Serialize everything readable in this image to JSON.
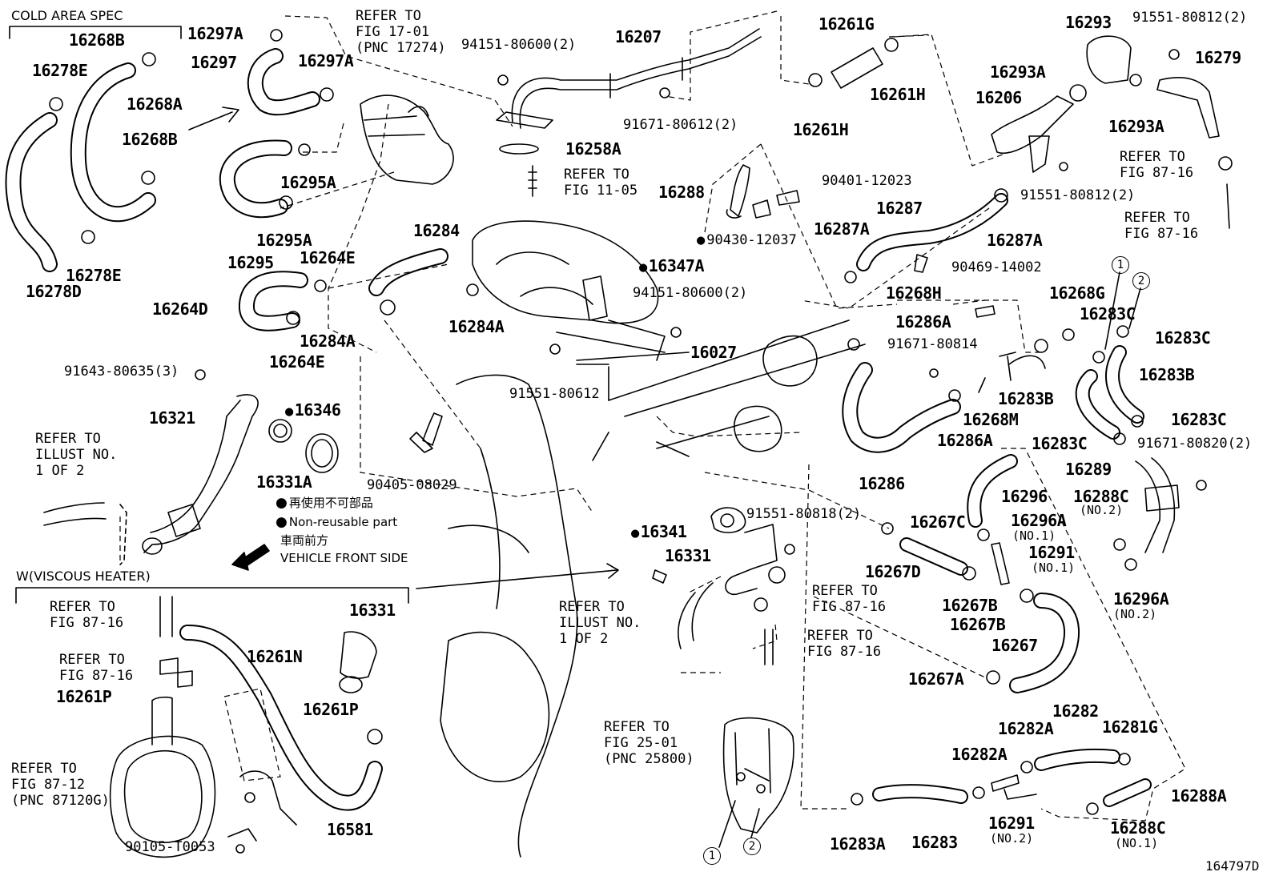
{
  "headers": {
    "cold_area": "COLD AREA SPEC",
    "viscous": "W(VISCOUS HEATER)"
  },
  "legend": {
    "jp_nonreusable": "再使用不可部品",
    "nonreusable": "Non-reusable part",
    "jp_front": "車両前方",
    "front": "VEHICLE FRONT SIDE"
  },
  "figure_id": "164797D",
  "circles": {
    "c1": "1",
    "c2": "2"
  },
  "refs": {
    "r1": "REFER TO\nFIG 17-01\n(PNC 17274)",
    "r2": "REFER TO\nFIG 11-05",
    "r3": "REFER TO\nFIG 87-16",
    "r4": "REFER TO\nFIG 87-16",
    "r5": "REFER TO\nILLUST NO.\n1 OF 2",
    "r6": "REFER TO\nFIG 87-16",
    "r7": "REFER TO\nFIG 87-16",
    "r8": "REFER TO\nFIG 87-12\n(PNC 87120G)",
    "r9": "REFER TO\nILLUST NO.\n1 OF 2",
    "r10": "REFER TO\nFIG 87-16",
    "r11": "REFER TO\nFIG 87-16",
    "r12": "REFER TO\nFIG 25-01\n(PNC 25800)"
  },
  "parts": {
    "p16268B_top": "16268B",
    "p16297A_a": "16297A",
    "p16297": "16297",
    "p16297A_b": "16297A",
    "p94151_a": "94151-80600(2)",
    "p16207": "16207",
    "p16261G": "16261G",
    "p16293": "16293",
    "p91551_80812_a": "91551-80812(2)",
    "p16279": "16279",
    "p16278E_a": "16278E",
    "p16268A": "16268A",
    "p16268B_b": "16268B",
    "p16295A_a": "16295A",
    "p16295A_b": "16295A",
    "p16295": "16295",
    "p16278E_b": "16278E",
    "p16278D": "16278D",
    "p91671_80612": "91671-80612(2)",
    "p16258A": "16258A",
    "p16261H_a": "16261H",
    "p16261H_b": "16261H",
    "p16293A_a": "16293A",
    "p16206": "16206",
    "p16293A_b": "16293A",
    "p91551_80812_b": "91551-80812(2)",
    "p16288": "16288",
    "p90401": "90401-12023",
    "p90430": "90430-12037",
    "p16287A_a": "16287A",
    "p16287": "16287",
    "p16287A_b": "16287A",
    "p90469": "90469-14002",
    "p16284": "16284",
    "p16264E_a": "16264E",
    "p16264D": "16264D",
    "p16264E_b": "16264E",
    "p16284A_a": "16284A",
    "p16284A_b": "16284A",
    "p16347A": "16347A",
    "p94151_b": "94151-80600(2)",
    "p16027": "16027",
    "p91551_80612": "91551-80612",
    "p16268H": "16268H",
    "p16268G": "16268G",
    "p16283C_a": "16283C",
    "p16283C_b": "16283C",
    "p16286A_a": "16286A",
    "p91671_80814": "91671-80814",
    "p16283B_a": "16283B",
    "p16283B_b": "16283B",
    "p16268M": "16268M",
    "p16283C_c": "16283C",
    "p16286A_b": "16286A",
    "p16283C_d": "16283C",
    "p91671_80820": "91671-80820(2)",
    "p16286": "16286",
    "p16289": "16289",
    "p91643": "91643-80635(3)",
    "p16321": "16321",
    "p16346": "16346",
    "p16331A": "16331A",
    "p90405": "90405-08029",
    "p16296": "16296",
    "p16296A_a": "16296A",
    "p16296A_a_sub": "(NO.1)",
    "p16288C_a": "16288C",
    "p16288C_a_sub": "(NO.2)",
    "p91551_80818": "91551-80818(2)",
    "p16267C": "16267C",
    "p16341": "16341",
    "p16331": "16331",
    "p16267D": "16267D",
    "p16291_a": "16291",
    "p16291_a_sub": "(NO.1)",
    "p16267B_a": "16267B",
    "p16267B_b": "16267B",
    "p16296A_b": "16296A",
    "p16296A_b_sub": "(NO.2)",
    "p16267": "16267",
    "p16267A": "16267A",
    "p16331_b": "16331",
    "p16261N": "16261N",
    "p16261P_a": "16261P",
    "p16261P_b": "16261P",
    "p16282": "16282",
    "p16282A_a": "16282A",
    "p16281G": "16281G",
    "p16282A_b": "16282A",
    "p16288A": "16288A",
    "p16581": "16581",
    "p90105": "90105-T0053",
    "p16283A": "16283A",
    "p16283": "16283",
    "p16291_b": "16291",
    "p16291_b_sub": "(NO.2)",
    "p16288C_b": "16288C",
    "p16288C_b_sub": "(NO.1)"
  }
}
